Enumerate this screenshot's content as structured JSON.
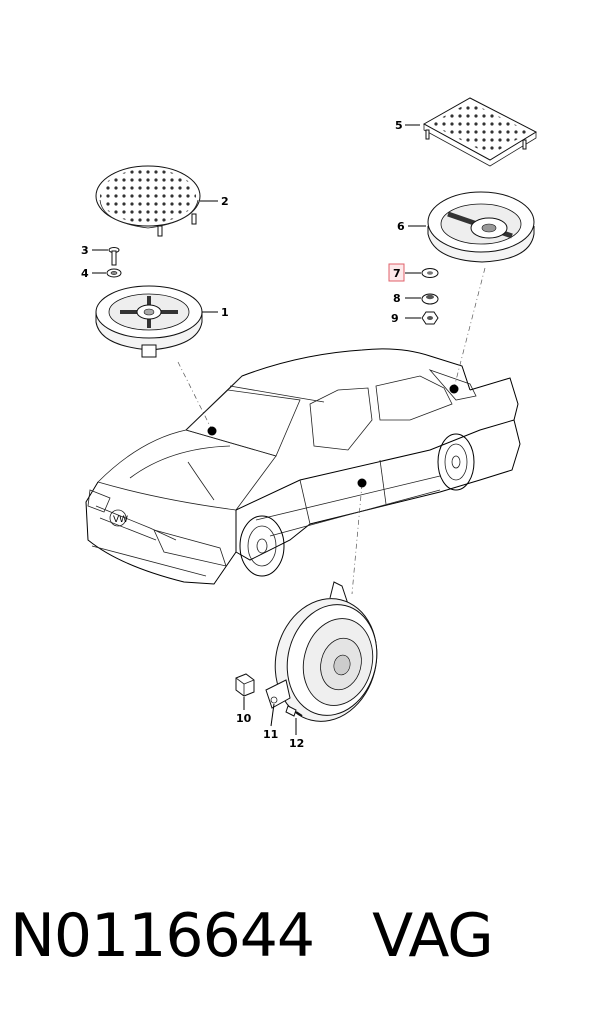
{
  "callouts": {
    "c1": "1",
    "c2": "2",
    "c3": "3",
    "c4": "4",
    "c5": "5",
    "c6": "6",
    "c7": "7",
    "c8": "8",
    "c9": "9",
    "c10": "10",
    "c11": "11",
    "c12": "12"
  },
  "highlight_color": "#e0606a",
  "footer": {
    "part_number": "N0116644",
    "brand": "VAG"
  }
}
